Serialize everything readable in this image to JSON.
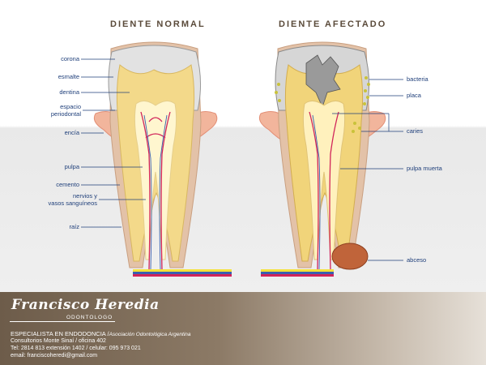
{
  "titles": {
    "normal": "DIENTE NORMAL",
    "affected": "DIENTE AFECTADO"
  },
  "labels_left": {
    "corona": "corona",
    "esmalte": "esmalte",
    "dentina": "dentina",
    "espacio_1": "espacio",
    "espacio_2": "periodontal",
    "encia": "encía",
    "pulpa": "pulpa",
    "cemento": "cemento",
    "nervios_1": "nervios y",
    "nervios_2": "vasos sanguíneos",
    "raiz": "raíz"
  },
  "labels_right": {
    "bacteria": "bacteria",
    "placa": "placa",
    "caries": "caries",
    "pulpa_muerta": "pulpa muerta",
    "abceso": "abceso"
  },
  "footer": {
    "brand": "Francisco Heredia",
    "brand_sub": "ODONTOLOGO",
    "specialty": "ESPECIALISTA EN ENDODONCIA /",
    "association": "Asociación Odontológica Argentina",
    "address": "Consultorios Monte Sinaí / oficina 402",
    "phone": "Tel:  2814 813 extensión 1402 / celular: 095 973 021",
    "email": "email: franciscoheredi@gmail.com"
  },
  "colors": {
    "enamel": "#dcdcdc",
    "dentin": "#f3d98a",
    "pulp": "#fff6cf",
    "gum": "#f2b59c",
    "cementum": "#e3c2a8",
    "nerve_red": "#d1245a",
    "nerve_blue": "#3a5fb0",
    "decay": "#8f8f8f",
    "abscess": "#c0643a",
    "label_blue": "#1f3f7a"
  }
}
